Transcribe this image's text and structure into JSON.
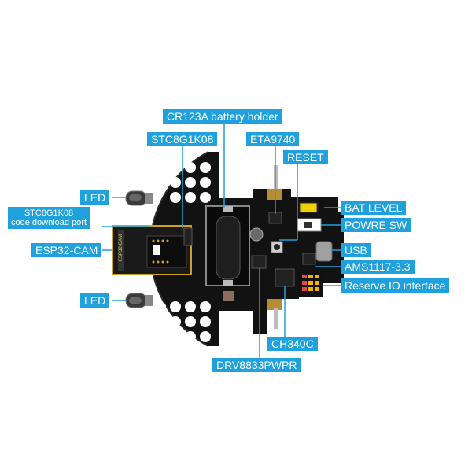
{
  "labels": {
    "cr123a": "CR123A battery holder",
    "stc8g1k08": "STC8G1K08",
    "eta9740": "ETA9740",
    "reset": "RESET",
    "led_top": "LED",
    "code_port_line1": "STC8G1K08",
    "code_port_line2": "code download port",
    "bat_level": "BAT LEVEL",
    "powre_sw": "POWRE SW",
    "esp32_cam": "ESP32-CAM",
    "usb": "USB",
    "ams1117": "AMS1117-3.3",
    "reserve_io": "Reserve IO interface",
    "led_bottom": "LED",
    "ch340c": "CH340C",
    "drv8833": "DRV8833PWPR"
  },
  "silkscreen": {
    "module_text": "ESP32-CAM"
  },
  "colors": {
    "callout_bg": "#1ea1dc",
    "callout_text": "#ffffff",
    "pcb": "#121212",
    "leader_line": "#1ea1dc",
    "pin_header": "#f0b400"
  }
}
